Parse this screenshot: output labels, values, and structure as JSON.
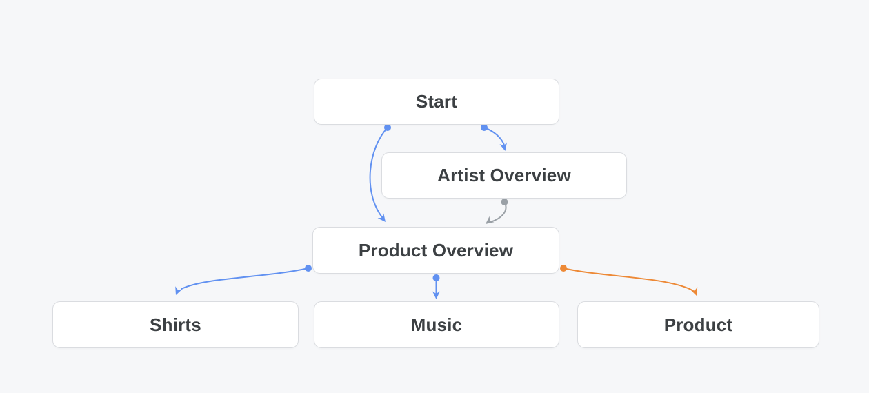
{
  "colors": {
    "background": "#f6f7f9",
    "node_bg": "#ffffff",
    "node_border": "#dadce0",
    "node_text": "#3c4043",
    "blue": "#6191f1",
    "gray": "#9aa0a6",
    "orange": "#ed8936"
  },
  "diagram": {
    "nodes": [
      {
        "id": "start",
        "label": "Start"
      },
      {
        "id": "artist-overview",
        "label": "Artist Overview"
      },
      {
        "id": "product-overview",
        "label": "Product Overview"
      },
      {
        "id": "shirts",
        "label": "Shirts"
      },
      {
        "id": "music",
        "label": "Music"
      },
      {
        "id": "product",
        "label": "Product"
      }
    ],
    "edges": [
      {
        "from": "start",
        "to": "artist-overview",
        "color": "blue"
      },
      {
        "from": "start",
        "to": "product-overview",
        "color": "blue"
      },
      {
        "from": "artist-overview",
        "to": "product-overview",
        "color": "gray"
      },
      {
        "from": "product-overview",
        "to": "shirts",
        "color": "blue"
      },
      {
        "from": "product-overview",
        "to": "music",
        "color": "blue"
      },
      {
        "from": "product-overview",
        "to": "product",
        "color": "orange"
      }
    ]
  }
}
